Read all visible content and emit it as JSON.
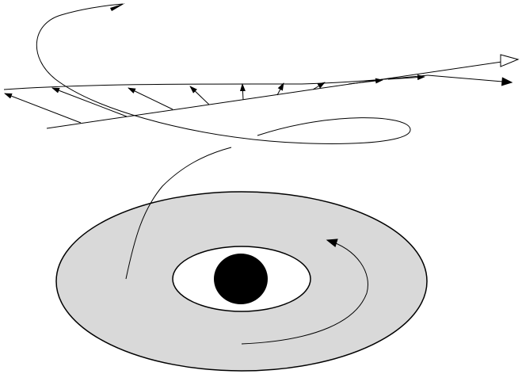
{
  "diagram": {
    "colors": {
      "background": "#ffffff",
      "stroke": "#000000",
      "disk_fill": "#d9d9d9",
      "hole_fill": "#ffffff",
      "center_fill": "#000000",
      "open_arrowhead_fill": "#ffffff"
    },
    "elements": [
      "outer-disk",
      "inner-hole",
      "central-body",
      "rotation-arrow",
      "field-line-curve",
      "spiral-trajectory-curve",
      "trajectory-arrowhead",
      "upper-straight-line",
      "lower-straight-line",
      "open-arrowhead",
      "filled-arrowhead",
      "vector-arrows"
    ],
    "vector_arrow_count": 9
  }
}
